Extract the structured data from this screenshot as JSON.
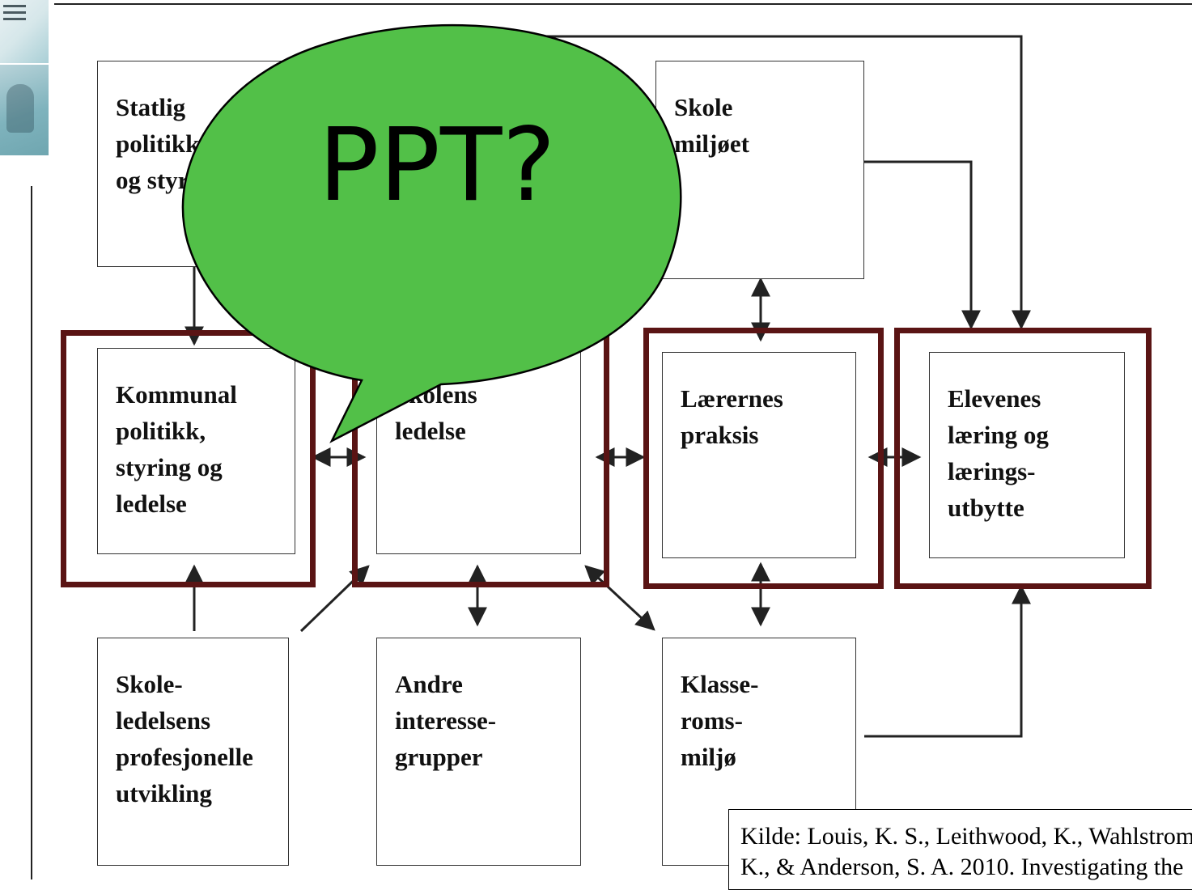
{
  "diagram": {
    "boxes": {
      "statlig": "Statlig\npolitikk\nog styring",
      "skolemiljo": "Skole\nmiljøet",
      "kommunal": "Kommunal\npolitikk,\nstyring og\nledelse",
      "skolens_ledelse": "Skolens\nledelse",
      "larernes": "Lærernes\npraksis",
      "elevenes": "Elevenes\nlæring og\nlærings-\nutbytte",
      "skoleledelsens": "Skole-\nledelsens\nprofesjonelle\nutvikling",
      "andre": "Andre\ninteresse-\ngrupper",
      "klasserom": "Klasse-\nroms-\nmiljø"
    },
    "source_line1": "Kilde: Louis, K. S., Leithwood, K., Wahlstrom,",
    "source_line2": "K., & Anderson, S. A. 2010. Investigating the"
  },
  "callout": {
    "text": "PPT?",
    "color": "#52c048"
  },
  "colors": {
    "group_border": "#5a1414",
    "arrow": "#222222"
  }
}
